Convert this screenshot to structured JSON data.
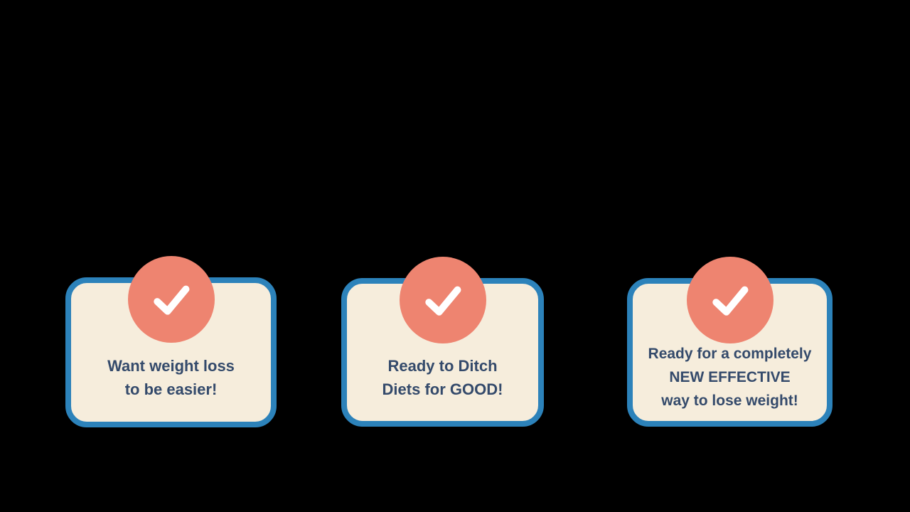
{
  "canvas": {
    "background": "#000000"
  },
  "colors": {
    "canvas_bg": "#000000",
    "card_fill": "#f6eddc",
    "card_border": "#2c82ba",
    "circle_fill": "#ee8470",
    "checkmark": "#ffffff",
    "text_color": "#344a6b"
  },
  "icons": [
    {
      "name": "checkmark-icon",
      "meaning": "check mark"
    }
  ],
  "cards": [
    {
      "lines": [
        "Want weight loss",
        "to be easier!"
      ]
    },
    {
      "lines": [
        "Ready to Ditch",
        "Diets for GOOD!"
      ]
    },
    {
      "lines": [
        "Ready for a completely",
        "NEW EFFECTIVE",
        "way to lose weight!"
      ]
    }
  ]
}
